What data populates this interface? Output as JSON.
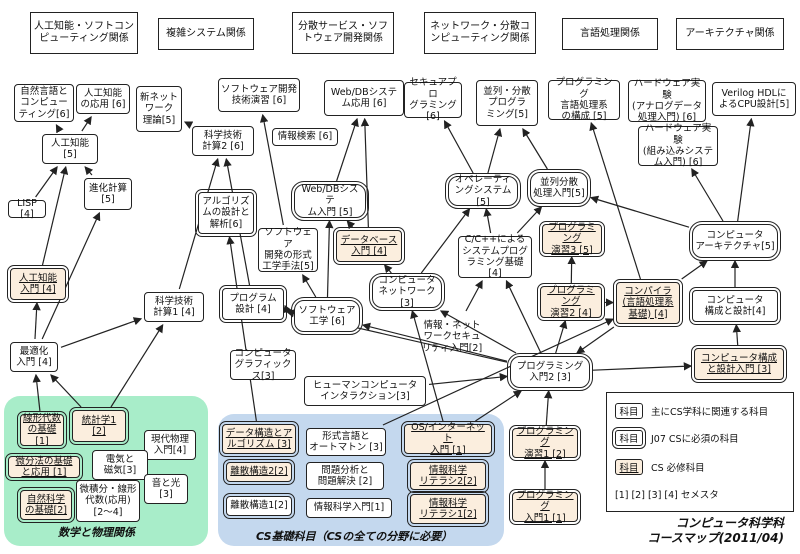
{
  "categories": [
    {
      "id": "c1",
      "label": "人工知能・ソフトコン\nピューティング関係"
    },
    {
      "id": "c2",
      "label": "複雑システム関係"
    },
    {
      "id": "c3",
      "label": "分散サービス・ソフ\nトウェア開発関係"
    },
    {
      "id": "c4",
      "label": "ネットワーク・分散コ\nンピューティング関係"
    },
    {
      "id": "c5",
      "label": "言語処理関係"
    },
    {
      "id": "c6",
      "label": "アーキテクチャ関係"
    }
  ],
  "courses": [
    {
      "id": "nlp",
      "label": "自然言語と\nコンピュー\nティング[6]"
    },
    {
      "id": "aiapp",
      "label": "人工知能\nの応用 [6]"
    },
    {
      "id": "newnet",
      "label": "新ネット\nワーク\n理論[5]"
    },
    {
      "id": "ai",
      "label": "人工知能\n[5]"
    },
    {
      "id": "lisp",
      "label": "LISP [4]"
    },
    {
      "id": "evo",
      "label": "進化計算\n[5]"
    },
    {
      "id": "aiintro",
      "label": "人工知能\n入門 [4]"
    },
    {
      "id": "opt",
      "label": "最適化\n入門 [4]"
    },
    {
      "id": "sci1",
      "label": "科学技術\n計算1 [4]"
    },
    {
      "id": "sci2",
      "label": "科学技術\n計算2 [6]"
    },
    {
      "id": "swpr",
      "label": "ソフトウェア開発\n技術演習 [6]"
    },
    {
      "id": "infosearch",
      "label": "情報検索 [6]"
    },
    {
      "id": "webdbapp",
      "label": "Web/DBシステ\nム応用 [6]"
    },
    {
      "id": "webdbintro",
      "label": "Web/DBシステ\nム入門 [5]"
    },
    {
      "id": "algo",
      "label": "アルゴリズ\nムの設計と\n解析[6]"
    },
    {
      "id": "formal",
      "label": "ソフトウェア\n開発の形式\n工学手法[5]"
    },
    {
      "id": "dbintro",
      "label": "データベース\n入門 [4]"
    },
    {
      "id": "progdesign",
      "label": "プログラム\n設計 [4]"
    },
    {
      "id": "sweng",
      "label": "ソフトウェア\n工学 [6]"
    },
    {
      "id": "compnet",
      "label": "コンピュータ\nネットワーク[3]"
    },
    {
      "id": "secprog",
      "label": "セキュアプロ\nグラミング[6]"
    },
    {
      "id": "parprog",
      "label": "並列・分散\nプログラ\nミング[5]"
    },
    {
      "id": "os",
      "label": "オペレーティ\nングシステム[5]"
    },
    {
      "id": "parproc",
      "label": "並列分散\n処理入門[5]"
    },
    {
      "id": "cpp",
      "label": "C/C++による\nシステムプログ\nラミング基礎[4]"
    },
    {
      "id": "secintro",
      "label": "情報・ネット\nワークセキュ\nリティ入門[2]"
    },
    {
      "id": "langproc",
      "label": "プログラミング\n言語処理系\nの構成 [5]"
    },
    {
      "id": "prac3",
      "label": "プログラミング\n演習3 [5]"
    },
    {
      "id": "prac2",
      "label": "プログラミング\n演習2 [4]"
    },
    {
      "id": "compiler",
      "label": "コンパイラ\n(言語処理系\n基礎) [4]"
    },
    {
      "id": "hwana",
      "label": "ハードウェア実験\n(アナログデータ\n処理入門) [6]"
    },
    {
      "id": "hwemb",
      "label": "ハードウェア実験\n(組み込みシステ\nム入門) [6]"
    },
    {
      "id": "verilog",
      "label": "Verilog HDLに\nよるCPU設計[5]"
    },
    {
      "id": "arch",
      "label": "コンピュータ\nアーキテクチャ[5]"
    },
    {
      "id": "compdesign",
      "label": "コンピュータ\n構成と設計[4]"
    },
    {
      "id": "compintro",
      "label": "コンピュータ構成\nと設計入門 [3]"
    },
    {
      "id": "graphics",
      "label": "コンピュータ\nグラフィックス[3]"
    },
    {
      "id": "hci",
      "label": "ヒューマンコンピュータ\nインタラクション[3]"
    },
    {
      "id": "prog2",
      "label": "プログラミング\n入門2 [3]"
    },
    {
      "id": "linalg",
      "label": "線形代数\nの基礎 [1]"
    },
    {
      "id": "stat1",
      "label": "統計学1\n[2]"
    },
    {
      "id": "phys",
      "label": "現代物理\n入門[4]"
    },
    {
      "id": "calc",
      "label": "微分法の基礎\nと応用 [1]"
    },
    {
      "id": "em",
      "label": "電気と\n磁気[3]"
    },
    {
      "id": "natsci",
      "label": "自然科学\nの基礎[2]"
    },
    {
      "id": "calc2",
      "label": "微積分・線形\n代数(応用)\n[2〜4]"
    },
    {
      "id": "sound",
      "label": "音と光\n[3]"
    },
    {
      "id": "ds",
      "label": "データ構造とア\nルゴリズム [3]"
    },
    {
      "id": "formlang",
      "label": "形式言語と\nオートマトン [3]"
    },
    {
      "id": "osinet",
      "label": "OS/インターネット\n入門 [1]"
    },
    {
      "id": "disc2",
      "label": "離散構造2[2]"
    },
    {
      "id": "probsolve",
      "label": "問題分析と\n問題解決 [2]"
    },
    {
      "id": "lit2",
      "label": "情報科学\nリテラシ2[2]"
    },
    {
      "id": "disc1",
      "label": "離散構造1[2]"
    },
    {
      "id": "infosci",
      "label": "情報科学入門[1]"
    },
    {
      "id": "lit1",
      "label": "情報科学\nリテラシ1[2]"
    },
    {
      "id": "prac1",
      "label": "プログラミング\n演習1 [2]"
    },
    {
      "id": "prog1",
      "label": "プログラミング\n入門1 [1]"
    }
  ],
  "regions": {
    "math": "数学と物理関係",
    "cs": "CS基礎科目（CSの全ての分野に必要）"
  },
  "legend": {
    "swatch": "科目",
    "items": [
      {
        "text": "主にCS学科に関連する科目"
      },
      {
        "text": "J07 CSに必須の科目"
      },
      {
        "text": "CS  必修科目"
      }
    ],
    "semester": "[1] [2] [3] [4]    セメスタ"
  },
  "title": "コンピュータ科学科\nコースマップ(2011/04)"
}
